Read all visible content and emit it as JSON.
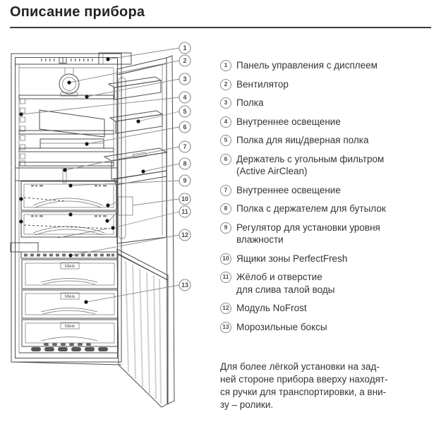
{
  "page": {
    "title": "Описание прибора"
  },
  "legend": {
    "items": [
      {
        "num": "1",
        "label": "Панель управления с дисплеем"
      },
      {
        "num": "2",
        "label": "Вентилятор"
      },
      {
        "num": "3",
        "label": "Полка"
      },
      {
        "num": "4",
        "label": "Внутреннее освещение"
      },
      {
        "num": "5",
        "label": "Полка для яиц/дверная полка"
      },
      {
        "num": "6",
        "label": "Держатель с угольным фильтром\n(Active AirClean)"
      },
      {
        "num": "7",
        "label": "Внутреннее освещение"
      },
      {
        "num": "8",
        "label": "Полка с держателем для бутылок"
      },
      {
        "num": "9",
        "label": "Регулятор для установки уровня\nвлажности"
      },
      {
        "num": "10",
        "label": "Ящики зоны PerfectFresh"
      },
      {
        "num": "11",
        "label": "Жёлоб и отверстие\nдля слива талой воды"
      },
      {
        "num": "12",
        "label": "Модуль NoFrost"
      },
      {
        "num": "13",
        "label": "Морозильные боксы"
      }
    ]
  },
  "note": "Для более лёгкой установки на зад-\nней стороне прибора вверху находят-\nся ручки для транспортировки, а вни-\nзу – ролики.",
  "diagram": {
    "brand": "Miele",
    "callouts": [
      "1",
      "2",
      "3",
      "4",
      "5",
      "6",
      "7",
      "8",
      "9",
      "10",
      "11",
      "12",
      "13"
    ]
  },
  "colors": {
    "line": "#4d4d4d",
    "fill_gray": "#c9c9c9",
    "text": "#343434"
  }
}
